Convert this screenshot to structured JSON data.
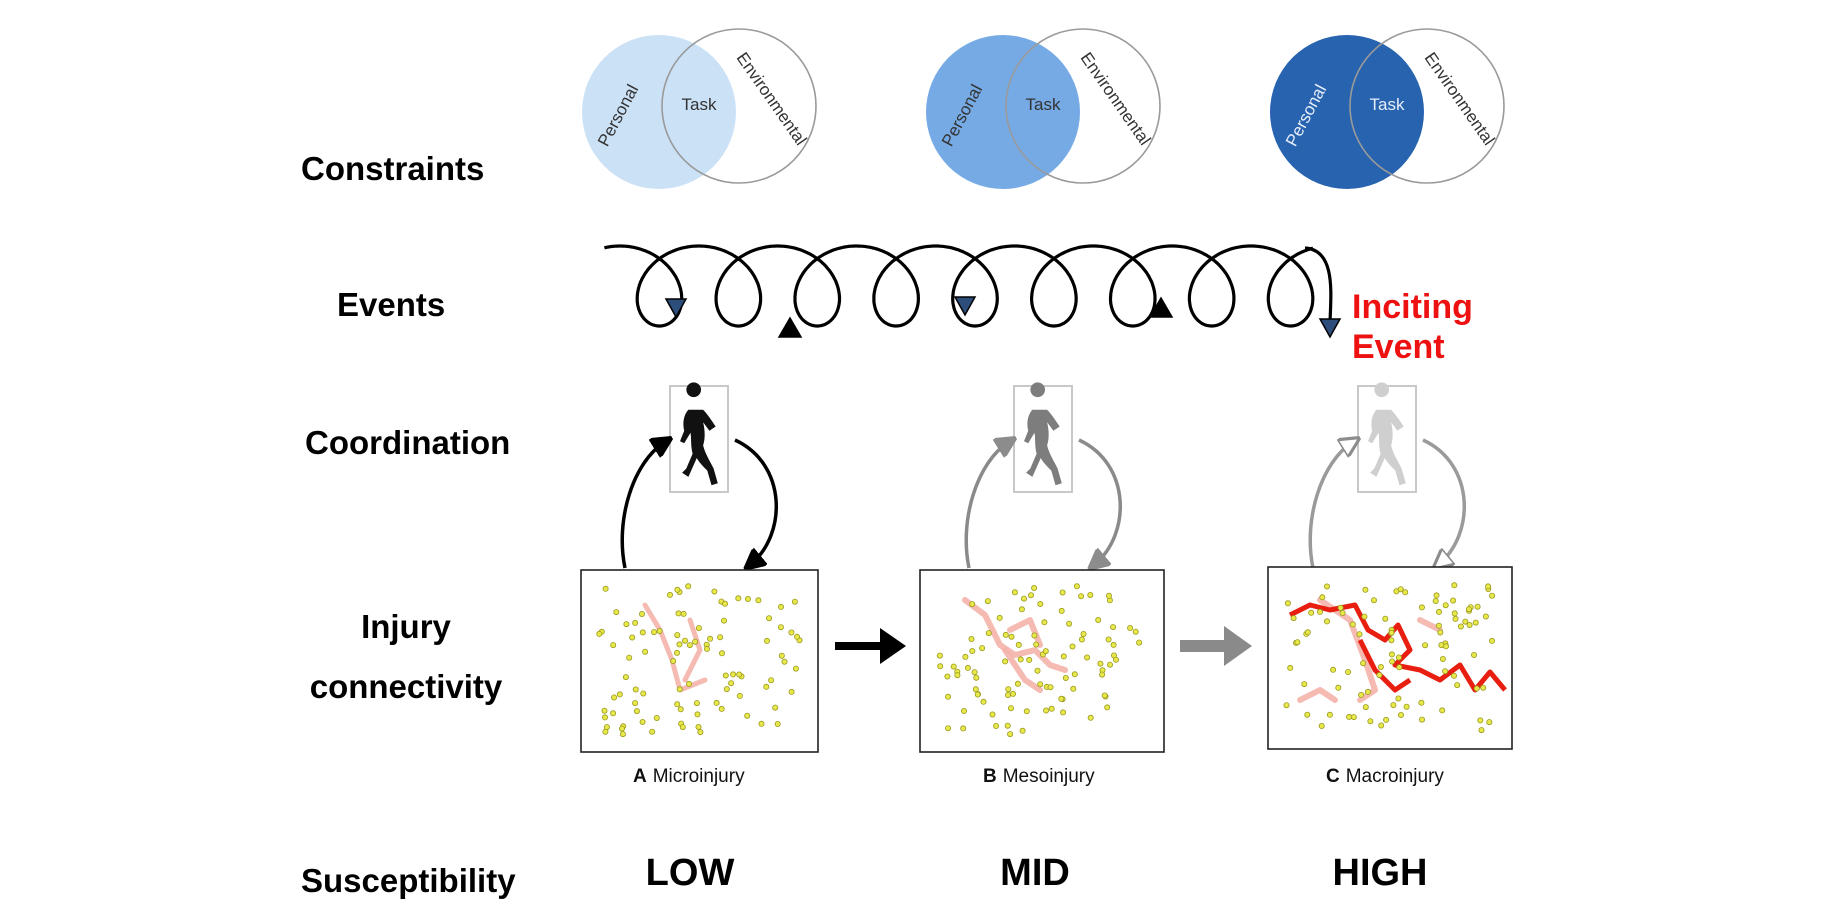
{
  "row_labels": {
    "constraints": "Constraints",
    "events": "Events",
    "coordination": "Coordination",
    "injury_line1": "Injury",
    "injury_line2": "connectivity",
    "susceptibility": "Susceptibility"
  },
  "venn_labels": {
    "personal": "Personal",
    "task": "Task",
    "environmental": "Environmental"
  },
  "panels": [
    {
      "letter": "A",
      "name": "Microinjury",
      "level": "LOW",
      "personal_color": "#c7def5",
      "runner_color": "#111111",
      "loop_color": "#000000"
    },
    {
      "letter": "B",
      "name": "Mesoinjury",
      "level": "MID",
      "personal_color": "#6aa3e2",
      "runner_color": "#7d7d7d",
      "loop_color": "#8a8a8a"
    },
    {
      "letter": "C",
      "name": "Macroinjury",
      "level": "HIGH",
      "personal_color": "#1656a8",
      "runner_color": "#cfcfcf",
      "loop_color": "#9a9a9a"
    }
  ],
  "inciting_event": {
    "line1": "Inciting",
    "line2": "Event",
    "color": "#ee1111"
  },
  "colors": {
    "dot_fill": "#e8e84a",
    "dot_stroke": "#9a9a20",
    "faint_path": "#f4b4aa",
    "strong_path": "#e81f10",
    "arrow_black": "#000000",
    "arrow_gray": "#8c8c8c",
    "event_marker": "#2d4e7a"
  }
}
